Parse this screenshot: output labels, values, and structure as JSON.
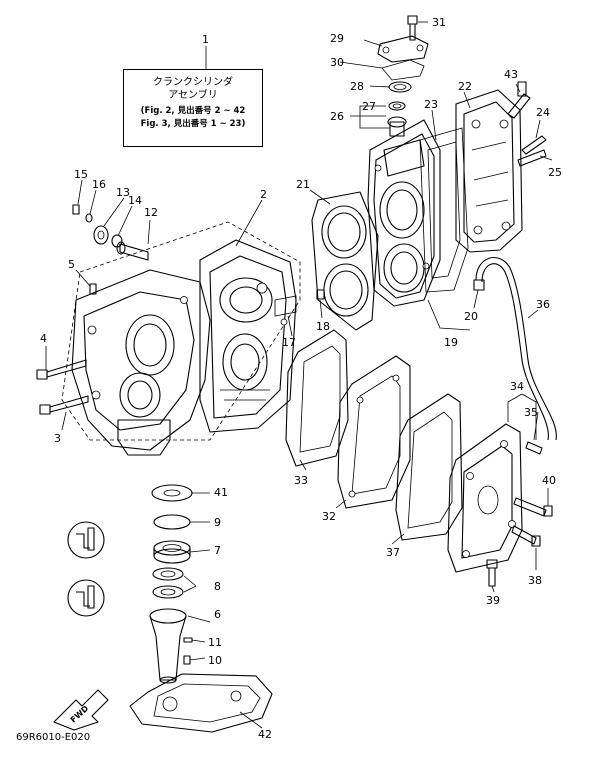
{
  "assembly_box": {
    "line1": "クランクシリンダ",
    "line2": "アセンブリ",
    "line3": "(Fig. 2, 見出番号 2 ~ 42",
    "line4": "Fig. 3, 見出番号 1 ~ 23)"
  },
  "fwd_label": "FWD",
  "drawing_code": "69R6010-E020",
  "callouts": {
    "n1": "1",
    "n2": "2",
    "n3": "3",
    "n4": "4",
    "n5": "5",
    "n6": "6",
    "n7": "7",
    "n8": "8",
    "n9": "9",
    "n10": "10",
    "n11": "11",
    "n12": "12",
    "n13": "13",
    "n14": "14",
    "n15": "15",
    "n16": "16",
    "n17": "17",
    "n18": "18",
    "n19": "19",
    "n20": "20",
    "n21": "21",
    "n22": "22",
    "n23": "23",
    "n24": "24",
    "n25": "25",
    "n26": "26",
    "n27": "27",
    "n28": "28",
    "n29": "29",
    "n30": "30",
    "n31": "31",
    "n32": "32",
    "n33": "33",
    "n34": "34",
    "n35": "35",
    "n36": "36",
    "n37": "37",
    "n38": "38",
    "n39": "39",
    "n40": "40",
    "n41": "41",
    "n42": "42",
    "n43": "43"
  }
}
